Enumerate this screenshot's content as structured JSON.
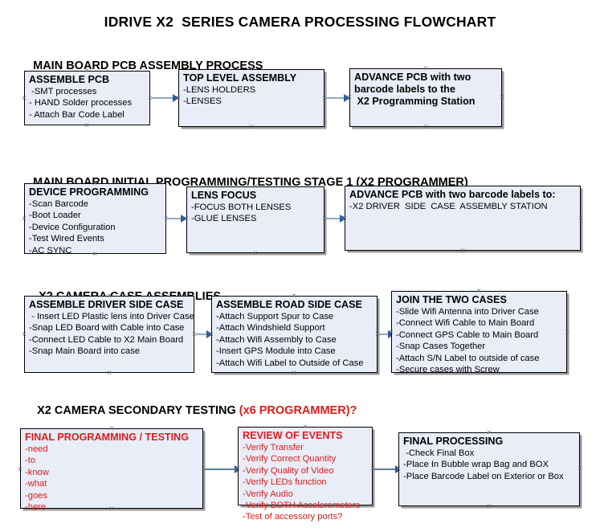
{
  "document": {
    "title": "IDRIVE X2  SERIES CAMERA PROCESSING FLOWCHART"
  },
  "colors": {
    "box_fill": "#e8edf7",
    "box_border": "#000000",
    "accent_red": "#e01a1a",
    "arrow": "#8ea9c4",
    "arrow_head": "#2f5d99",
    "text": "#000000"
  },
  "sections": [
    {
      "heading": "MAIN BOARD PCB ASSEMBLY PROCESS",
      "heading_accent": "",
      "nodes": [
        {
          "title": "ASSEMBLE PCB",
          "lines": [
            " -SMT processes",
            "- HAND Solder processes",
            "- Attach Bar Code Label"
          ]
        },
        {
          "title": "TOP LEVEL ASSEMBLY",
          "lines": [
            "-LENS HOLDERS",
            "-LENSES"
          ]
        },
        {
          "title": "ADVANCE PCB with two",
          "lines": [
            "barcode labels to the",
            " X2 Programming Station"
          ]
        }
      ]
    },
    {
      "heading": "MAIN BOARD INITIAL PROGRAMMING/TESTING STAGE 1 (X2 PROGRAMMER)",
      "heading_accent": "",
      "nodes": [
        {
          "title": "DEVICE PROGRAMMING",
          "lines": [
            "-Scan Barcode",
            "-Boot Loader",
            "-Device Configuration",
            "-Test Wired Events",
            "-AC SYNC"
          ]
        },
        {
          "title": "LENS FOCUS",
          "lines": [
            "-FOCUS BOTH LENSES",
            "-GLUE LENSES"
          ]
        },
        {
          "title": "ADVANCE PCB with two barcode labels to:",
          "lines": [
            "-X2 DRIVER  SIDE  CASE  ASSEMBLY STATION"
          ]
        }
      ]
    },
    {
      "heading": "X2 CAMERA CASE ASSEMBLIES",
      "heading_accent": "",
      "nodes": [
        {
          "title": "ASSEMBLE DRIVER SIDE CASE",
          "lines": [
            " - Insert LED Plastic lens into Driver Case",
            "-Snap LED Board with Cable into Case",
            "-Connect LED Cable to X2 Main Board",
            "-Snap Main Board into case"
          ]
        },
        {
          "title": "ASSEMBLE ROAD SIDE CASE",
          "lines": [
            "-Attach Support Spur to Case",
            "-Attach Windshield Support",
            "-Attach Wifi Assembly to Case",
            "-Insert GPS Module into Case",
            "-Attach Wifi Label to Outside of Case"
          ]
        },
        {
          "title": "JOIN THE TWO CASES",
          "lines": [
            "-Slide Wifi Antenna into Driver Case",
            "-Connect Wifi Cable to Main Board",
            "-Connect GPS Cable to Main Board",
            "-Snap Cases Together",
            "-Attach S/N Label to outside of case",
            "-Secure cases with Screw"
          ]
        }
      ]
    },
    {
      "heading": "X2 CAMERA SECONDARY TESTING ",
      "heading_accent": "(x6 PROGRAMMER)?",
      "nodes": [
        {
          "title": "FINAL PROGRAMMING / TESTING",
          "lines": [
            "-need",
            "-to",
            "-know",
            "-what",
            "-goes",
            "-here"
          ]
        },
        {
          "title": "REVIEW OF EVENTS",
          "lines": [
            "-Verify Transfer",
            "-Verify Correct Quantity",
            "-Verify Quality of Video",
            "-Verify LEDs function",
            "-Verify Audio",
            "-Verify BOTH Accelerometers",
            "-Test of accessory ports?"
          ]
        },
        {
          "title": "FINAL PROCESSING",
          "lines": [
            " -Check Final Box",
            "-Place In Bubble wrap Bag and BOX",
            "-Place Barcode Label on Exterior or Box"
          ]
        }
      ]
    }
  ]
}
